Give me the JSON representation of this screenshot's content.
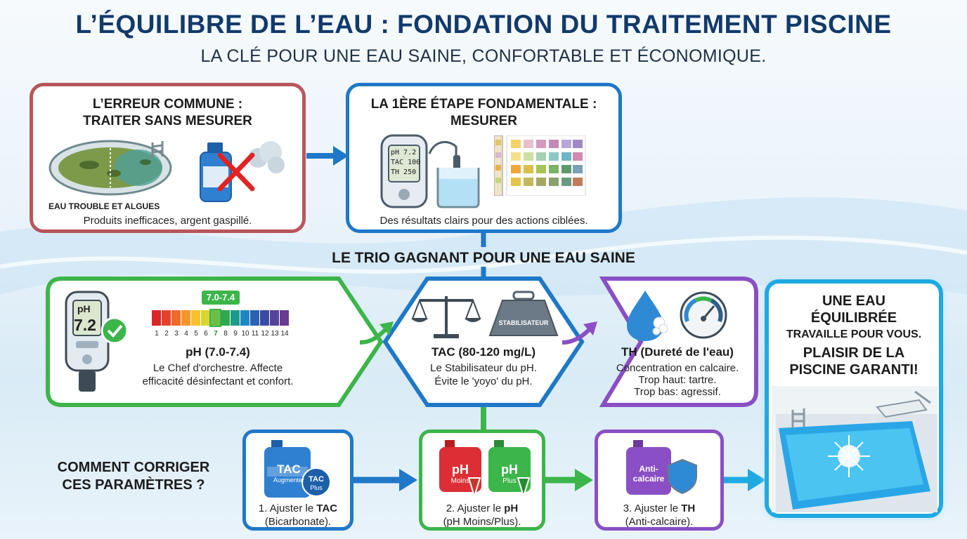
{
  "header": {
    "title": "L’ÉQUILIBRE DE L’EAU : FONDATION DU TRAITEMENT PISCINE",
    "subtitle": "LA CLÉ POUR UNE EAU SAINE, CONFORTABLE ET ÉCONOMIQUE."
  },
  "error_card": {
    "title_line1": "L’ERREUR COMMUNE :",
    "title_line2": "TRAITER SANS MESURER",
    "pool_label": "EAU TROUBLE ET ALGUES",
    "caption": "Produits inefficaces, argent gaspillé."
  },
  "measure_card": {
    "title_line1": "LA 1ÈRE ÉTAPE FONDAMENTALE :",
    "title_line2": "MESURER",
    "meter_lines": [
      "pH 7.2",
      "TAC 100",
      "TH  250"
    ],
    "caption": "Des résultats clairs pour des actions ciblées."
  },
  "trio_heading": "LE TRIO GAGNANT POUR UNE EAU SAINE",
  "ph_card": {
    "meter_label": "pH",
    "meter_value": "7.2",
    "range_badge": "7.0-7.4",
    "scale": [
      "1",
      "2",
      "3",
      "4",
      "5",
      "6",
      "7",
      "8",
      "9",
      "10",
      "11",
      "12",
      "13",
      "14"
    ],
    "scale_colors": [
      "#d9262b",
      "#e8412b",
      "#f06a2a",
      "#f7952a",
      "#f8c12c",
      "#d7d52f",
      "#6cc04a",
      "#2fa84f",
      "#1c9a8c",
      "#1e86c5",
      "#2a63b3",
      "#3b4aa3",
      "#54449a",
      "#6a3a8f"
    ],
    "title": "pH (7.0-7.4)",
    "desc_line1": "Le Chef d'orchestre. Affecte",
    "desc_line2": "efficacité désinfectant et confort."
  },
  "tac_card": {
    "weight_label": "STABILISATEUR",
    "title": "TAC (80-120 mg/L)",
    "desc_line1": "Le Stabilisateur du pH.",
    "desc_line2": "Évite le 'yoyo' du pH."
  },
  "th_card": {
    "title": "TH (Dureté de l'eau)",
    "desc_line1": "Concentration en calcaire.",
    "desc_line2": "Trop haut: tartre.",
    "desc_line3": "Trop bas: agressif."
  },
  "result_card": {
    "line1": "UNE EAU",
    "line2": "ÉQUILIBRÉE",
    "line3": "TRAVAILLE POUR VOUS.",
    "line4": "PLAISIR DE LA",
    "line5": "PISCINE GARANTI!"
  },
  "correct_heading": {
    "line1": "COMMENT CORRIGER",
    "line2": "CES PARAMÈTRES ?"
  },
  "step1": {
    "can_label": "TAC",
    "can_sub": "Augmenter",
    "badge_line1": "TAC",
    "badge_line2": "Plus",
    "line1_prefix": "1. Ajuster le ",
    "line1_bold": "TAC",
    "line2": "(Bicarbonate)."
  },
  "step2": {
    "can1_label": "pH",
    "can1_sub": "Moins",
    "can2_label": "pH",
    "can2_sub": "Plus",
    "line1_prefix": "2. Ajuster le ",
    "line1_bold": "pH",
    "line2": "(pH Moins/Plus)."
  },
  "step3": {
    "can_label": "Anti-",
    "can_label2": "calcaire",
    "line1_prefix": "3. Ajuster le ",
    "line1_bold": "TH",
    "line2": "(Anti-calcaire)."
  },
  "colors": {
    "error": "#b8565a",
    "measure": "#1f78c8",
    "ph": "#3cb54a",
    "tac": "#1f78c8",
    "th": "#8a4fc4",
    "result": "#1fa9e1",
    "title": "#123a6b"
  }
}
